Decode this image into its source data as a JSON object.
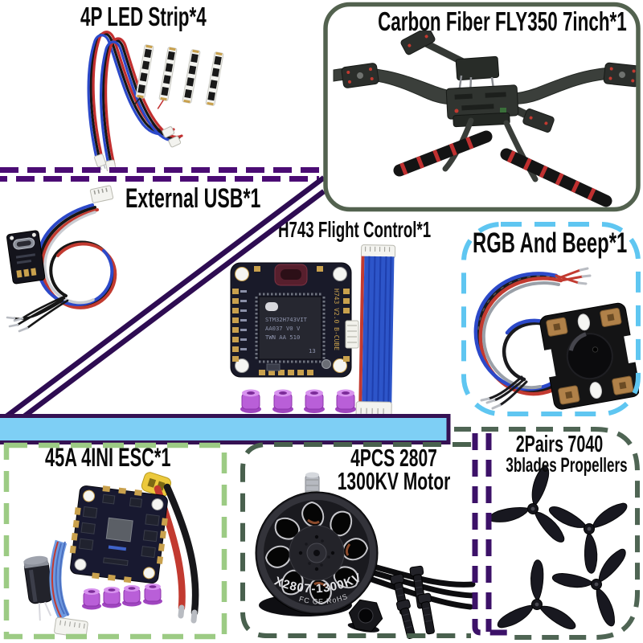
{
  "page": {
    "background": "#ffffff"
  },
  "sections": {
    "led": {
      "title": "4P LED Strip*4"
    },
    "frame": {
      "title": "Carbon Fiber FLY350 7inch*1"
    },
    "usb": {
      "title": "External USB*1"
    },
    "flight_controller": {
      "title": "H743 Flight Control*1",
      "chip_lines": [
        "STM32H743VIT",
        "AA037 V0 V",
        "TWN AA 510"
      ],
      "chip_suffix": "13",
      "board_side_text": "H743 V2.0 B-CUBE"
    },
    "rgb_beep": {
      "title": "RGB And Beep*1"
    },
    "esc": {
      "title": "45A 4INI ESC*1"
    },
    "motor": {
      "title_line1": "4PCS 2807",
      "title_line2": "1300KV Motor",
      "shell_label": "X2807-1300KV",
      "cert_label": "FC CE RoHS"
    },
    "propellers": {
      "title_line1": "2Pairs 7040",
      "title_line2": "3blades Propellers"
    }
  },
  "colors": {
    "accent_purple_dash": "#4B0C74",
    "accent_purple_line": "#2E0C52",
    "divider_bar_fill": "#7ECFF5",
    "divider_bar_border": "#351153",
    "frame_panel_border": "#53624F",
    "rgb_panel_dash": "#5FC6F1",
    "esc_panel_dash": "#9CCB84",
    "motor_panel_dash": "#49614E",
    "propeller_panel_dash": "#4F6554",
    "propeller_panel_accent": "#3C1168",
    "grommet_purple": "#B95FD8",
    "xt60_yellow": "#ECC93C"
  }
}
